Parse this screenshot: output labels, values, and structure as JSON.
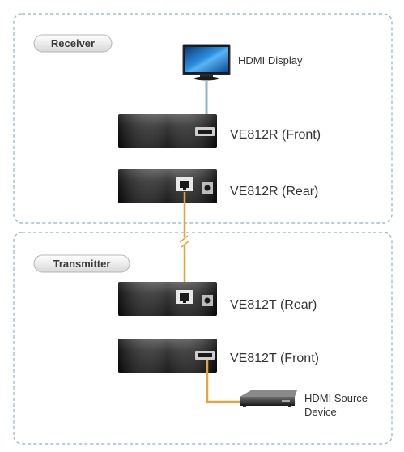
{
  "diagram": {
    "sections": {
      "receiver_label": "Receiver",
      "transmitter_label": "Transmitter"
    },
    "devices": {
      "hdmi_display_label": "HDMI Display",
      "rx_front_label": "VE812R (Front)",
      "rx_rear_label": "VE812R (Rear)",
      "tx_rear_label": "VE812T (Rear)",
      "tx_front_label": "VE812T (Front)",
      "hdmi_source_line1": "HDMI Source",
      "hdmi_source_line2": "Device"
    },
    "colors": {
      "hdmi_cable": "#8fb3c7",
      "cat_cable": "#e8a33d",
      "source_cable": "#e8a33d",
      "section_border": "#8fb3c7"
    }
  }
}
